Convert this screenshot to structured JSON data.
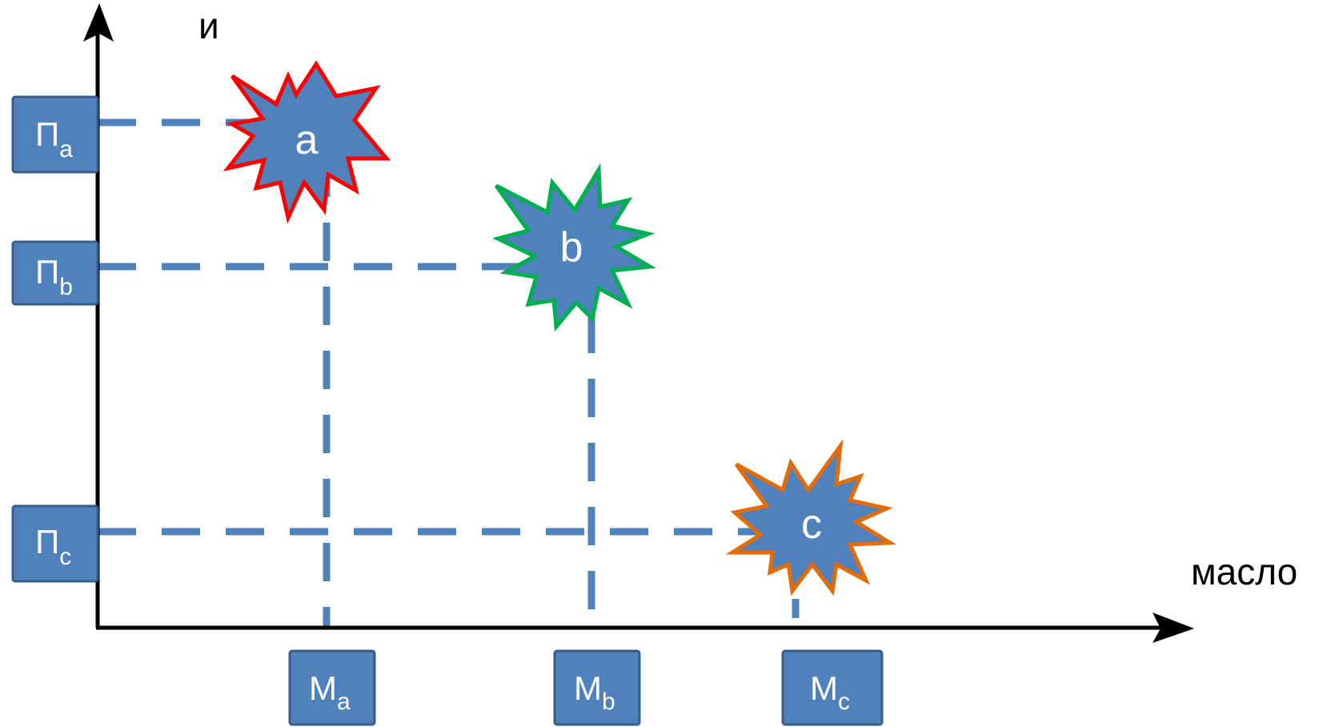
{
  "colors": {
    "accent": "#4f81bd",
    "box_border": "#385d8a",
    "axis": "#000000",
    "text": "#ffffff"
  },
  "axes": {
    "y_label": "и",
    "x_label": "масло"
  },
  "points": [
    {
      "id": "a",
      "label": "a",
      "outline_color": "#ff0000",
      "y_box": {
        "main": "П",
        "sub": "a"
      },
      "x_box": {
        "main": "М",
        "sub": "a"
      }
    },
    {
      "id": "b",
      "label": "b",
      "outline_color": "#00b050",
      "y_box": {
        "main": "П",
        "sub": "b"
      },
      "x_box": {
        "main": "М",
        "sub": "b"
      }
    },
    {
      "id": "c",
      "label": "c",
      "outline_color": "#e36c09",
      "y_box": {
        "main": "П",
        "sub": "c"
      },
      "x_box": {
        "main": "М",
        "sub": "c"
      }
    }
  ]
}
